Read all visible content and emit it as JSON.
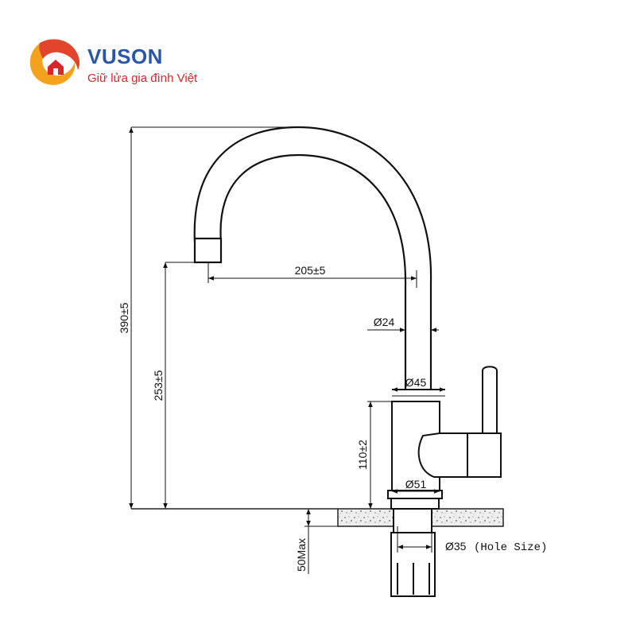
{
  "brand": {
    "name": "VUSON",
    "slogan": "Giữ lửa gia đình Việt",
    "colors": {
      "primary": "#2a56a6",
      "accent": "#d9262c",
      "warm": "#f4a11d"
    }
  },
  "dimensions": {
    "total_height": "390±5",
    "spout_height": "253±5",
    "spout_reach": "205±5",
    "spout_diameter": "Ø24",
    "body_top_diameter": "Ø45",
    "body_height": "110±2",
    "base_diameter": "Ø51",
    "hole_diameter": "Ø35",
    "hole_note": "(Hole Size)",
    "max_deck_thickness": "50Max"
  }
}
